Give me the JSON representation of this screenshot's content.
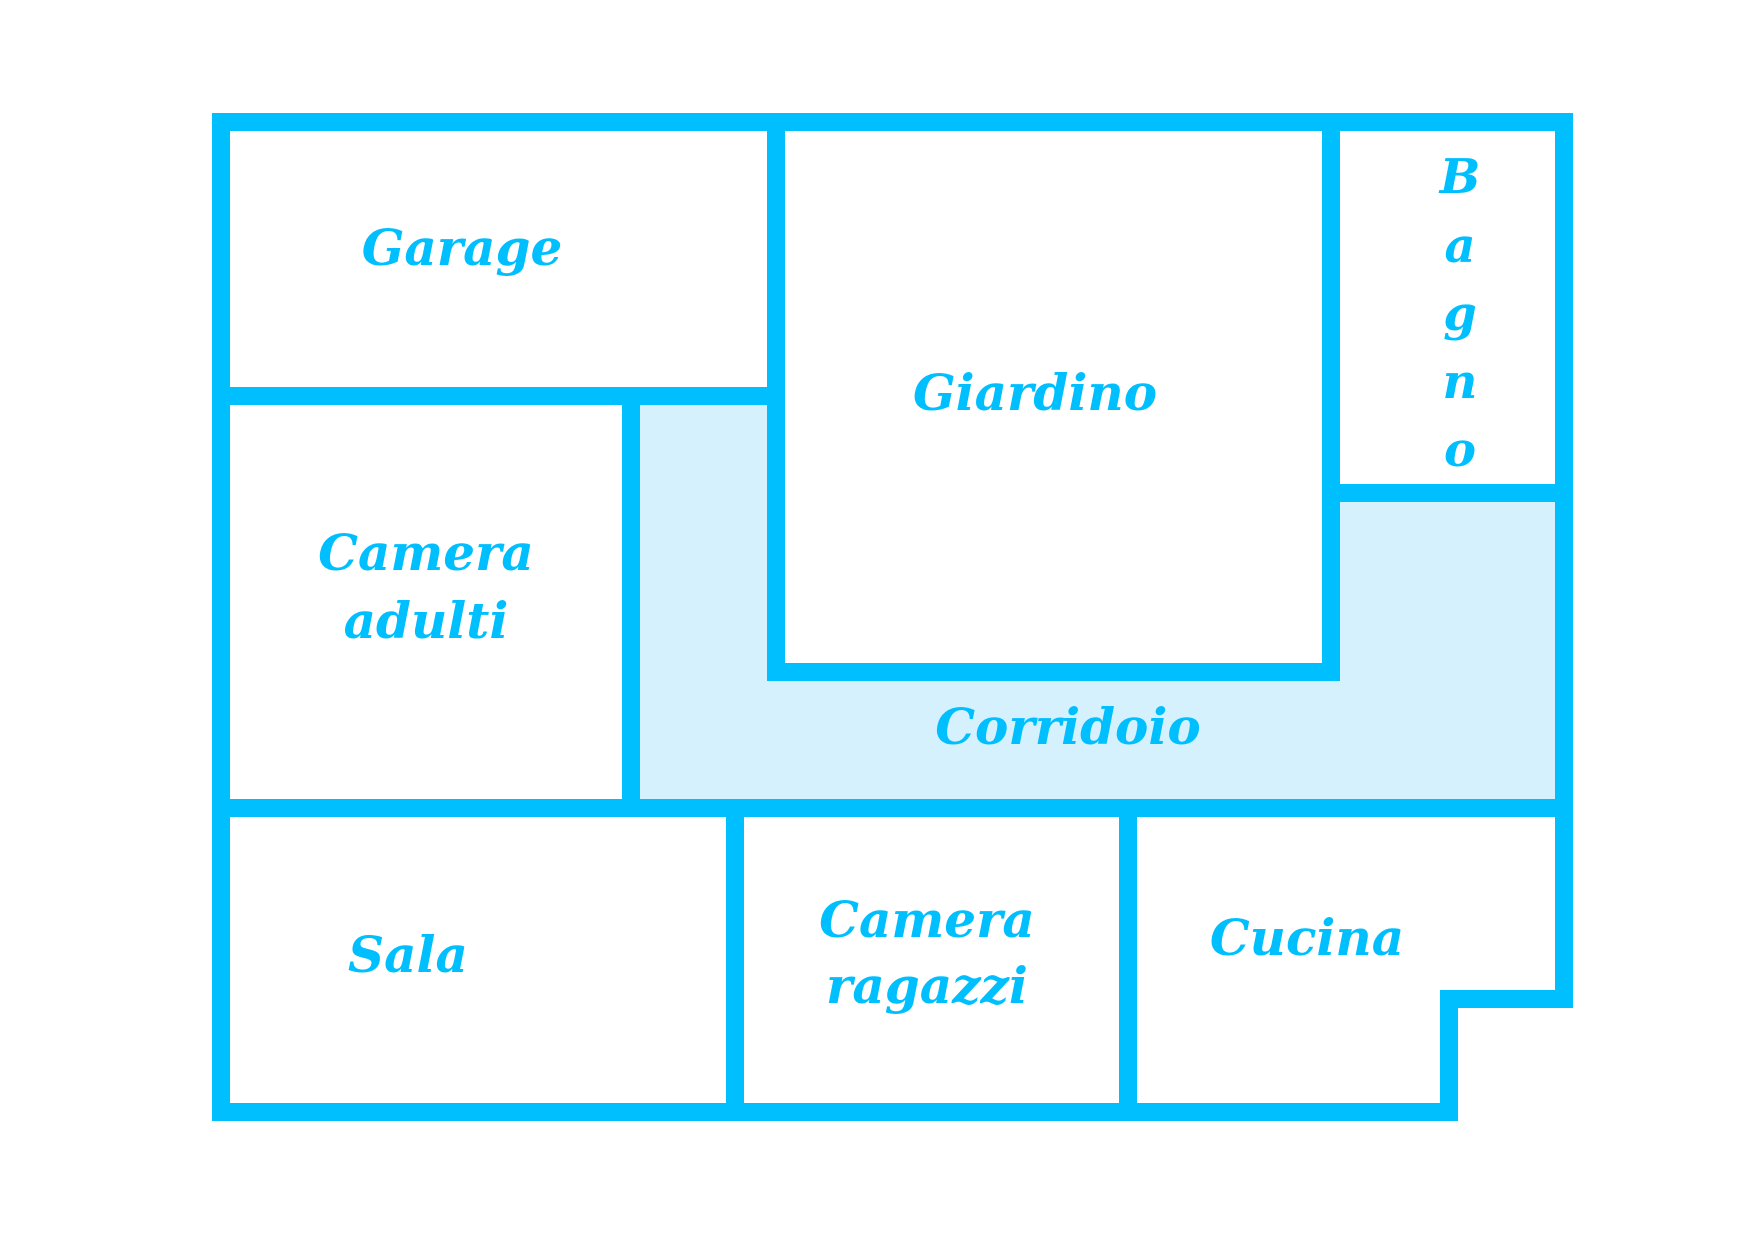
{
  "colors": {
    "wall": "#00bfff",
    "corridor_fill": "#d4f1fd",
    "room_fill": "#ffffff",
    "text": "#00bfff"
  },
  "rooms": {
    "garage": "Garage",
    "giardino": "Giardino",
    "bagno_letters": [
      "B",
      "a",
      "g",
      "n",
      "o"
    ],
    "camera_adulti": [
      "Camera",
      "adulti"
    ],
    "corridoio": "Corridoio",
    "sala": "Sala",
    "camera_ragazzi": [
      "Camera",
      "ragazzi"
    ],
    "cucina": "Cucina"
  }
}
